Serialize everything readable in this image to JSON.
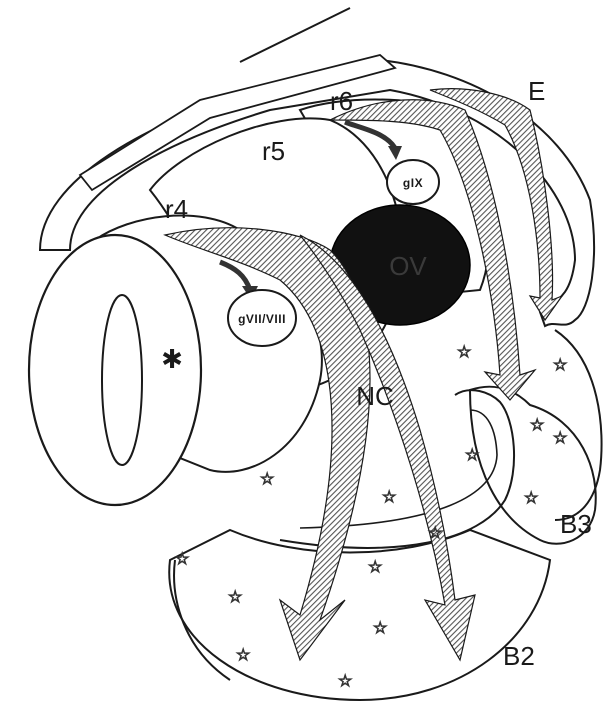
{
  "labels": {
    "r4": "r4",
    "r5": "r5",
    "r6": "r6",
    "E": "E",
    "gIX": "gIX",
    "gVII_VIII": "gVII/VIII",
    "OV": "OV",
    "NC": "NC",
    "B3": "B3",
    "B2": "B2"
  },
  "colors": {
    "ink": "#1a1a1a",
    "otic_vesicle": "#111111",
    "hatch": "#555555",
    "paper": "#ffffff"
  },
  "icons": {
    "asterisk": "✱",
    "star_marker": "☆"
  }
}
